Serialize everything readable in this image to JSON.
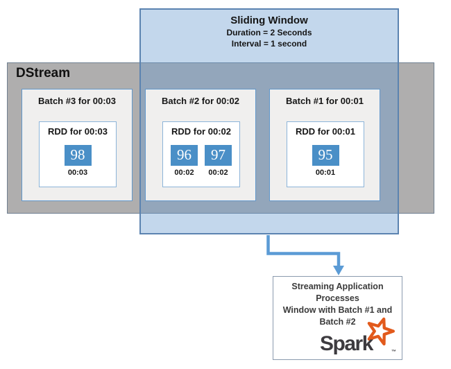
{
  "colors": {
    "window_fill": "rgba(104,154,207,0.4)",
    "window_border": "#5b83b0",
    "dstream_fill": "#afaeae",
    "dstream_border": "#6f7f90",
    "batch_fill": "#f0efee",
    "batch_border": "#6197ca",
    "rdd_fill": "#ffffff",
    "rdd_border": "#8cb4d9",
    "cell_fill": "#4a8fc7",
    "cell_text": "#ffffff",
    "arrow": "#5b9bd5",
    "processor_border": "#8a9aae",
    "spark_orange": "#e25a1c",
    "spark_dark": "#3d3b3f"
  },
  "sliding_window": {
    "title": "Sliding Window",
    "duration_line": "Duration = 2 Seconds",
    "interval_line": "Interval = 1 second"
  },
  "dstream": {
    "label": "DStream"
  },
  "batches": [
    {
      "title": "Batch #3 for 00:03",
      "rdd_title": "RDD for 00:03",
      "cells": [
        {
          "value": "98",
          "time": "00:03"
        }
      ]
    },
    {
      "title": "Batch #2 for 00:02",
      "rdd_title": "RDD for 00:02",
      "cells": [
        {
          "value": "96",
          "time": "00:02"
        },
        {
          "value": "97",
          "time": "00:02"
        }
      ]
    },
    {
      "title": "Batch #1 for 00:01",
      "rdd_title": "RDD for 00:01",
      "cells": [
        {
          "value": "95",
          "time": "00:01"
        }
      ]
    }
  ],
  "processor": {
    "lines": [
      "Streaming Application",
      "Processes",
      "Window with Batch #1 and",
      "Batch #2"
    ],
    "logo_text": "Spark",
    "logo_tm": "™"
  }
}
